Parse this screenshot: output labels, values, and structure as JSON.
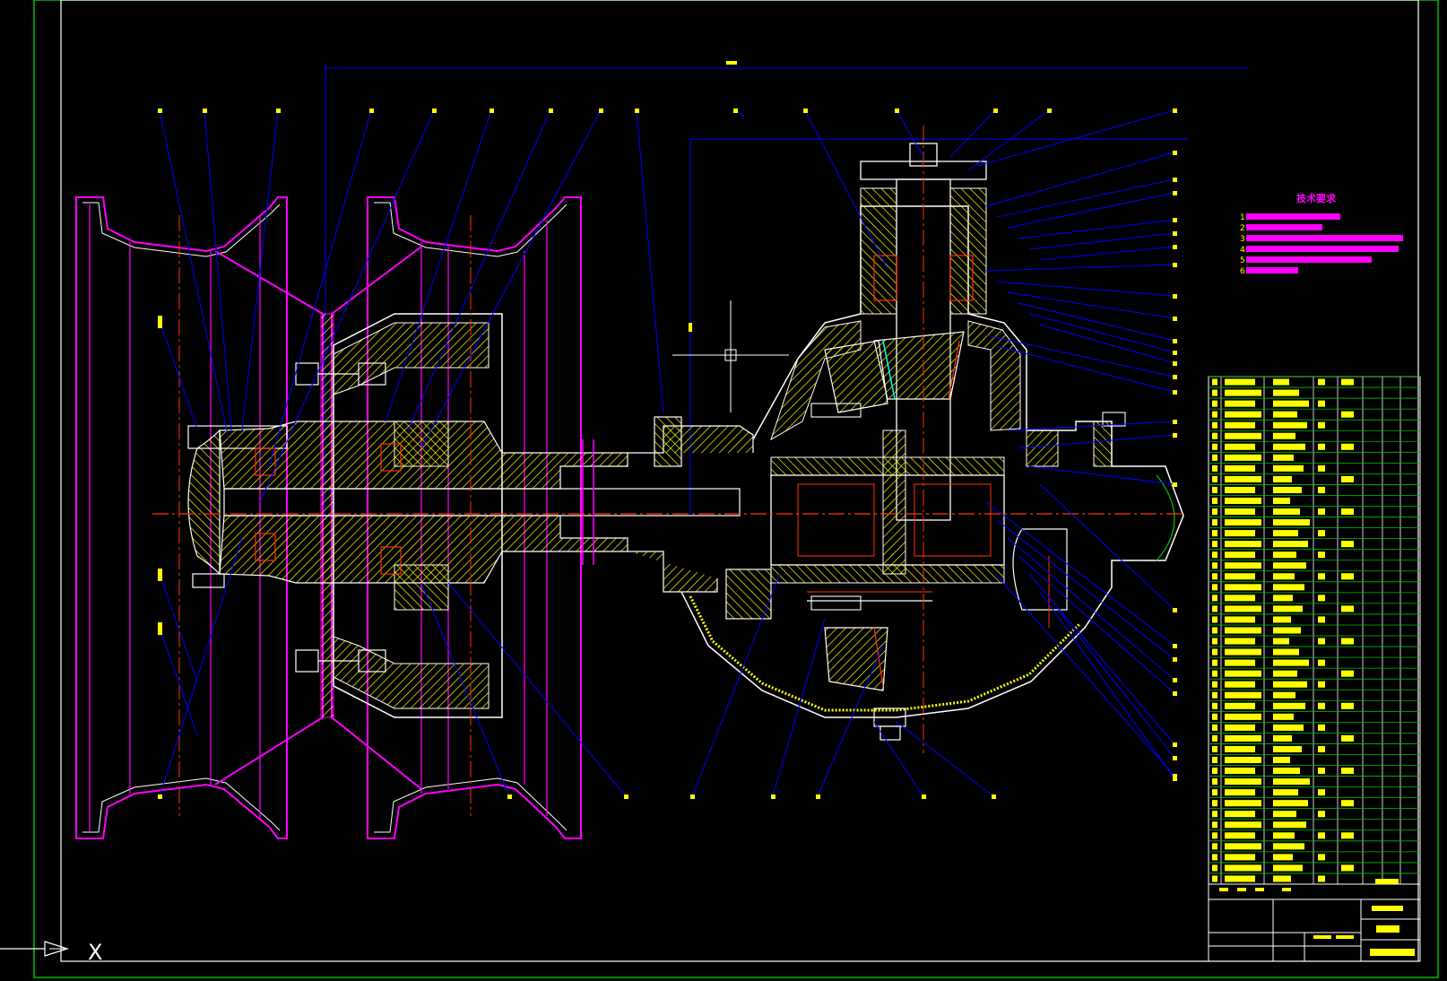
{
  "colors": {
    "background": "#000000",
    "frame": "#00c000",
    "outline": "#ffffff",
    "hatch": "#ffff00",
    "leader": "#0000ff",
    "centerline": "#ff3300",
    "magenta": "#ff00ff",
    "table_grid": "#00c000",
    "table_text": "#ffff00"
  },
  "drawing": {
    "type": "mechanical-assembly-section",
    "subject_icon": "drive-axle-section-icon"
  },
  "notes": {
    "title": "技术要求",
    "markers": [
      "1",
      "2",
      "3",
      "4",
      "5",
      "6"
    ]
  },
  "ucs": {
    "x_label": "X"
  },
  "parts_table": {
    "rows": 47
  }
}
